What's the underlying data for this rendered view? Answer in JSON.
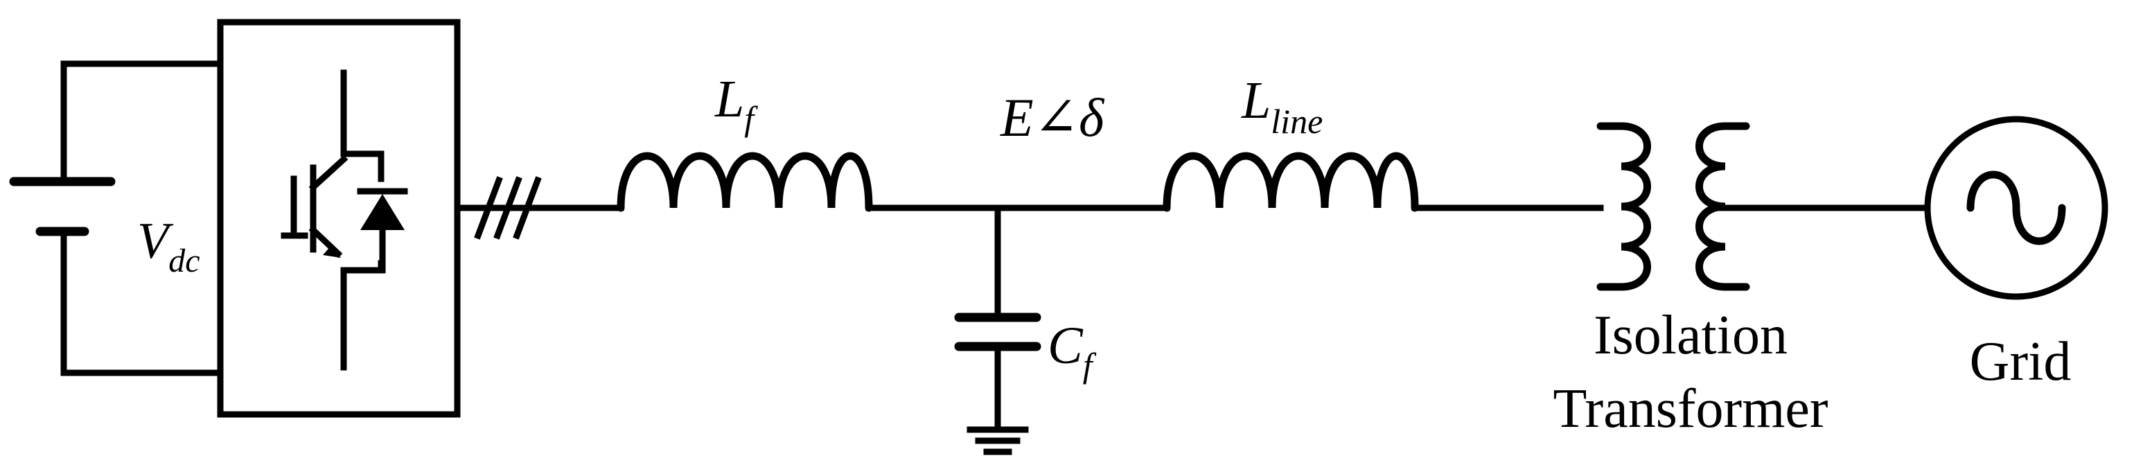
{
  "labels": {
    "vdc_main": "V",
    "vdc_sub": "dc",
    "lf_main": "L",
    "lf_sub": "f",
    "voltage": "E∠δ",
    "lline_main": "L",
    "lline_sub": "line",
    "cf_main": "C",
    "cf_sub": "f",
    "transformer_line1": "Isolation",
    "transformer_line2": "Transformer",
    "grid": "Grid"
  },
  "colors": {
    "stroke": "#000000",
    "background": "#ffffff"
  }
}
